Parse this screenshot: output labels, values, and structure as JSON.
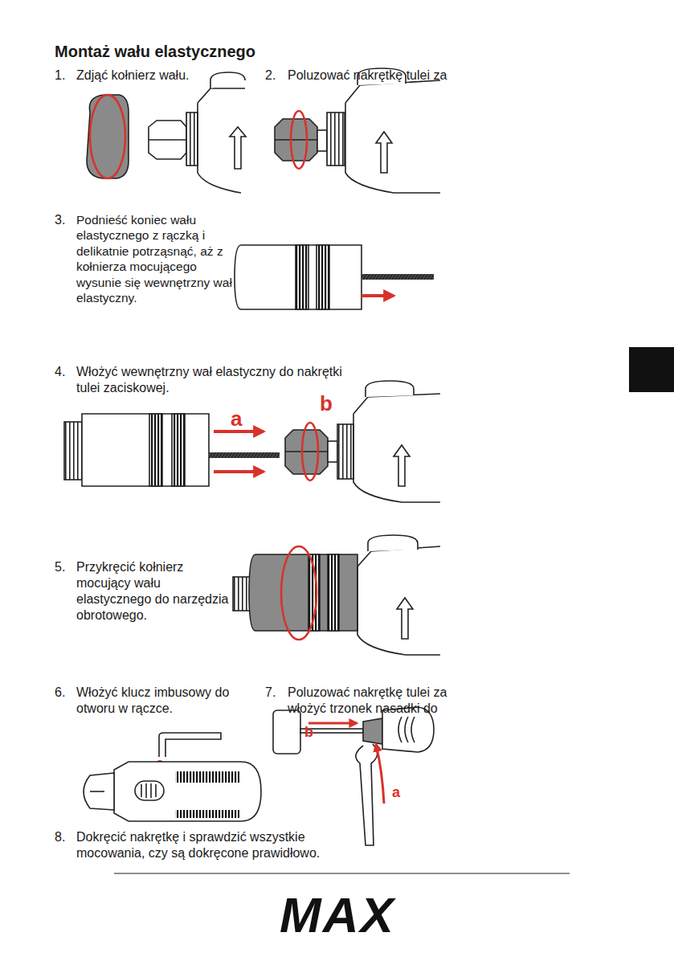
{
  "diagram": {
    "title": "Montaż wału elastycznego",
    "labels": [
      "1.",
      "Zdjąć kołnierz wału.",
      "2.",
      "Poluzować nakrętkę tulei za",
      "3.",
      "Podnieść koniec wału elastycznego z rączką i delikatnie potrząsnąć, aż z kołnierza mocującego wysunie się wewnętrzny wał elastyczny.",
      "4.",
      "Włożyć wewnętrzny wał elastyczny do nakrętki tulei zaciskowej.",
      "a",
      "b",
      "5.",
      "Przykręcić kołnierz mocujący wału elastycznego do narzędzia obrotowego.",
      "6.",
      "Włożyć klucz imbusowy do otworu w rączce.",
      "7.",
      "Poluzować nakrętkę tulei za włożyć trzonek nasadki do",
      "b",
      "a",
      "8.",
      "Dokręcić nakrętkę i sprawdzić wszystkie mocowania, czy są dokręcone prawidłowo.",
      "MAX"
    ]
  }
}
